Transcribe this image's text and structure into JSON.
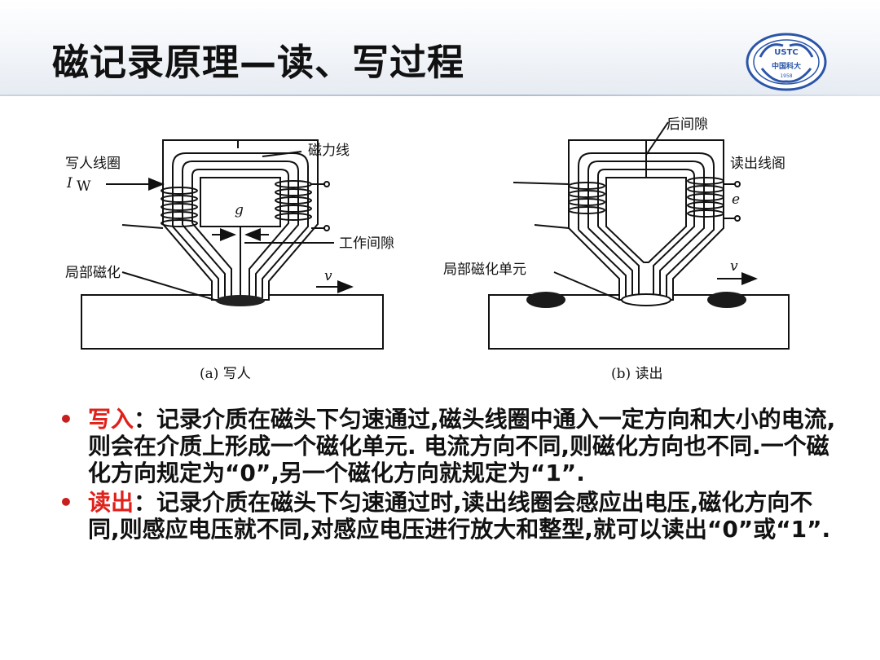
{
  "slide": {
    "title": "磁记录原理—读、写过程",
    "logo_text": "USTC",
    "logo_subtext": "中国科大",
    "logo_year": "1958"
  },
  "figure": {
    "write_panel": {
      "caption": "(a) 写人",
      "labels": {
        "write_coil": "写人线圈",
        "current": "I",
        "current_sub": "W",
        "flux_lines": "磁力线",
        "gap_symbol": "g",
        "working_gap": "工作间隙",
        "local_magnetization": "局部磁化",
        "velocity": "v"
      }
    },
    "read_panel": {
      "caption": "(b) 读出",
      "labels": {
        "back_gap": "后间隙",
        "read_coil": "读出线阁",
        "emf": "e",
        "local_unit": "局部磁化单元",
        "velocity": "v"
      }
    }
  },
  "bullets": [
    {
      "label": "写入",
      "text": "：记录介质在磁头下匀速通过,磁头线圈中通入一定方向和大小的电流,则会在介质上形成一个磁化单元. 电流方向不同,则磁化方向也不同.一个磁化方向规定为“0”,另一个磁化方向就规定为“1”."
    },
    {
      "label": "读出",
      "text": "：记录介质在磁头下匀速通过时,读出线圈会感应出电压,磁化方向不同,则感应电压就不同,对感应电压进行放大和整型,就可以读出“0”或“1”."
    }
  ],
  "colors": {
    "bullet_label": "#e0201a",
    "text": "#111111",
    "logo_blue": "#2a55a8"
  }
}
